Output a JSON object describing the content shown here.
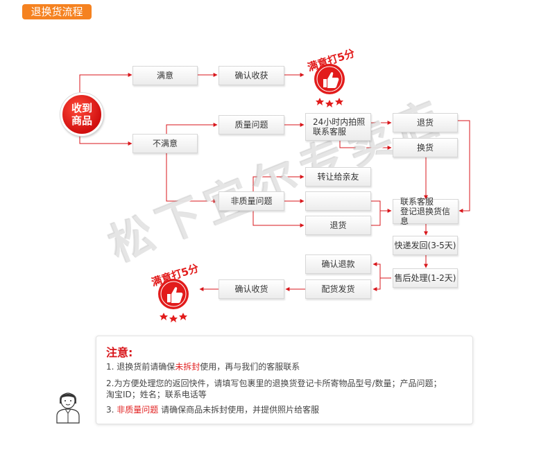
{
  "header": {
    "title": "退换货流程"
  },
  "flow": {
    "start": "收到\n商品",
    "satisfied": "满意",
    "confirm_receive_top": "确认收获",
    "unsatisfied": "不满意",
    "quality_issue": "质量问题",
    "photo_contact": "24小时内拍照\n联系客服",
    "return_top": "退货",
    "exchange": "换货",
    "non_quality": "非质量问题",
    "transfer_friend": "转让给亲友",
    "return_mid": "退货",
    "contact_register": "联系客服\n登记退换货信息",
    "express": "快递发回(3-5天)",
    "after_sales": "售后处理(1-2天)",
    "confirm_refund": "确认退款",
    "dispatch": "配货发货",
    "confirm_receive_bottom": "确认收货"
  },
  "badges": {
    "text": "满意打5分"
  },
  "watermark": "松下宜尔专卖店",
  "notice": {
    "title": "注意:",
    "line1_pre": "1. 退换货前请确保",
    "line1_red": "未拆封",
    "line1_post": "使用，再与我们的客服联系",
    "line2": "2.为方便处理您的返回快件，请填写包裹里的退换货登记卡所寄物品型号/数量；产品问题；\n淘宝ID；姓名；联系电话等",
    "line3_pre": "3. ",
    "line3_red": "非质量问题",
    "line3_post": " 请确保商品未拆封使用，并提供照片给客服"
  },
  "colors": {
    "accent": "#f58220",
    "arrow": "#d8161b",
    "badge": "#e21b1b"
  }
}
